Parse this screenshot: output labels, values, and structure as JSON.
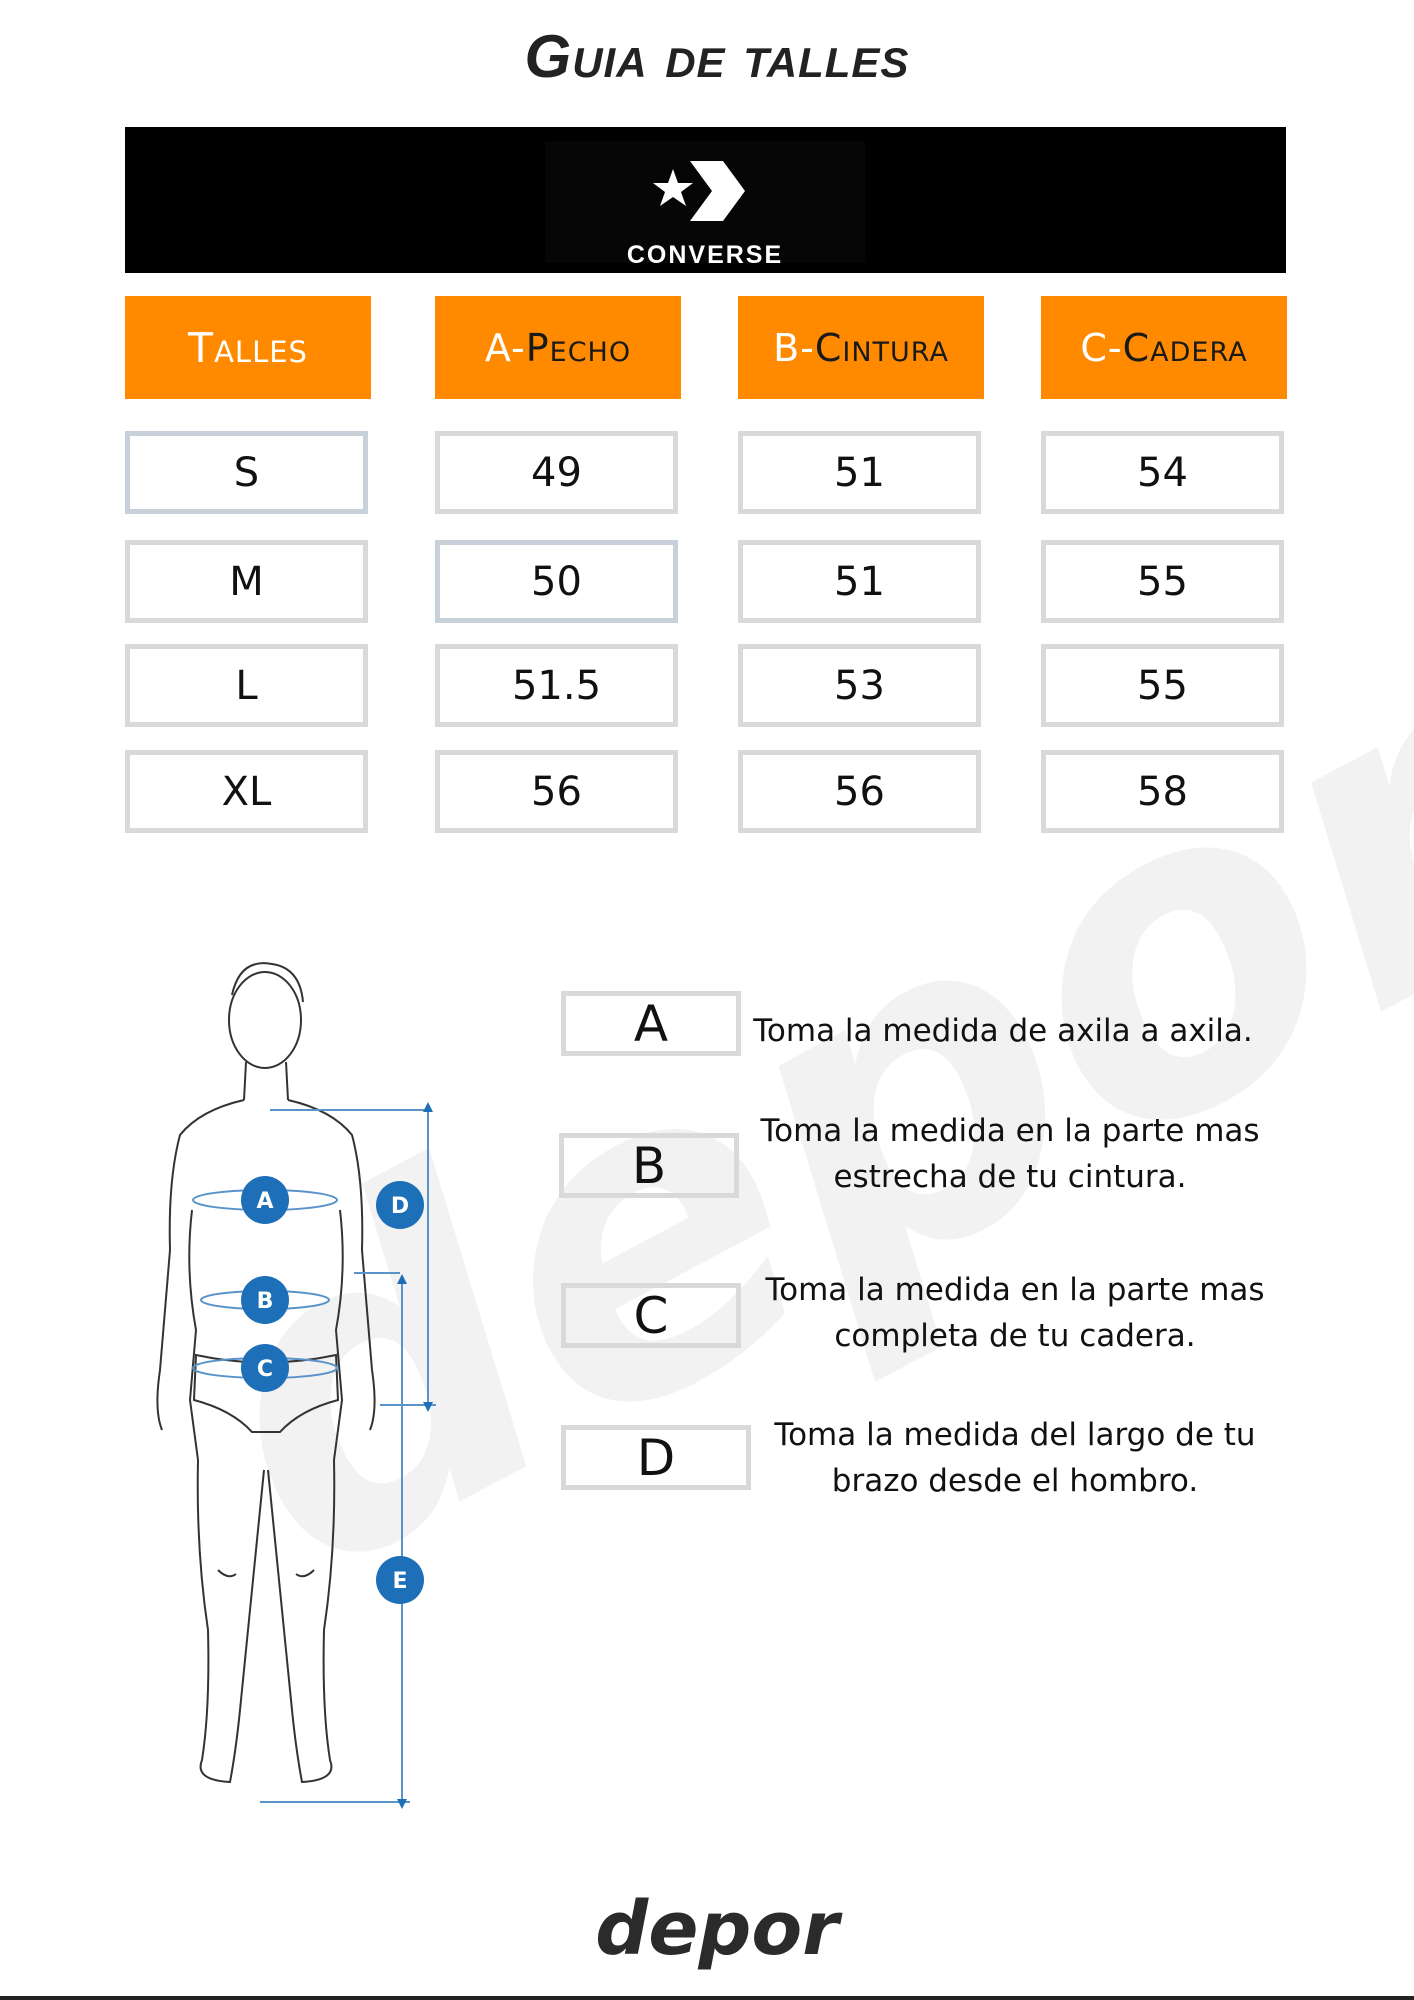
{
  "title": "Guia de talles",
  "brand": {
    "name": "CONVERSE",
    "logo_icon": "star-chevron-icon"
  },
  "table": {
    "headers": [
      {
        "prefix": "",
        "label": "Talles"
      },
      {
        "prefix": "A-",
        "label": "Pecho"
      },
      {
        "prefix": "B-",
        "label": "Cintura"
      },
      {
        "prefix": "C-",
        "label": "Cadera"
      }
    ],
    "rows": [
      [
        "S",
        "49",
        "51",
        "54"
      ],
      [
        "M",
        "50",
        "51",
        "55"
      ],
      [
        "L",
        "51.5",
        "53",
        "55"
      ],
      [
        "XL",
        "56",
        "56",
        "58"
      ]
    ]
  },
  "figure": {
    "markers": [
      "A",
      "B",
      "C",
      "D",
      "E"
    ],
    "colors": {
      "marker": "#1d6fb8",
      "line": "#5a93c8",
      "accent": "#ff8a00"
    }
  },
  "legend": [
    {
      "letter": "A",
      "text": "Toma la medida de axila a axila."
    },
    {
      "letter": "B",
      "text": "Toma la medida en la parte mas estrecha de tu cintura."
    },
    {
      "letter": "C",
      "text": "Toma la medida en la parte mas completa de tu cadera."
    },
    {
      "letter": "D",
      "text": "Toma la medida del largo de tu brazo desde el hombro."
    }
  ],
  "footer": {
    "logo_text": "depor",
    "watermark_text": "depor"
  }
}
